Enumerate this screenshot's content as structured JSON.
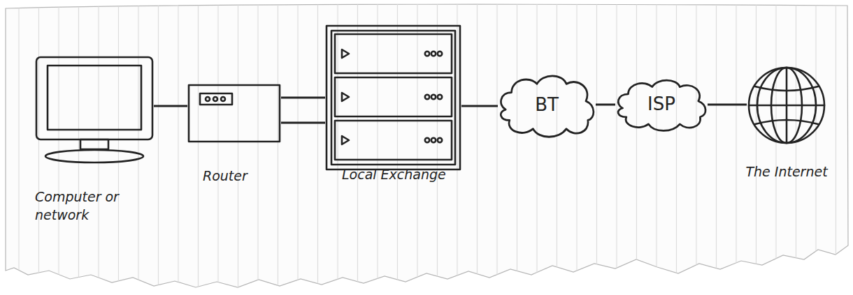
{
  "diagram": {
    "nodes": [
      {
        "text": [
          "Computer or network"
        ]
      },
      {
        "text": [
          "Router"
        ]
      },
      {
        "text": [
          "Local Exchange"
        ]
      },
      {
        "text": [
          "BT"
        ]
      },
      {
        "text": [
          "ISP"
        ]
      },
      {
        "text": [
          "The Internet"
        ]
      }
    ],
    "edges": [
      {
        "from": 0,
        "to": 1,
        "arrow": "none"
      },
      {
        "from": 1,
        "to": 2,
        "arrow": "none"
      },
      {
        "from": 1,
        "to": 2,
        "arrow": "none"
      },
      {
        "from": 2,
        "to": 3,
        "arrow": "none"
      },
      {
        "from": 3,
        "to": 4,
        "arrow": "none"
      },
      {
        "from": 4,
        "to": 5,
        "arrow": "none"
      }
    ]
  }
}
